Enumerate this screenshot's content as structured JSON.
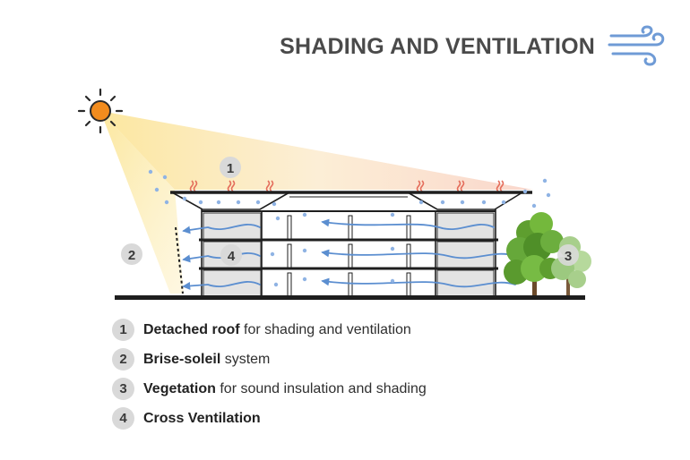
{
  "title": "SHADING AND VENTILATION",
  "icons": {
    "wind": "wind-icon",
    "sun": "sun-icon",
    "tree": "tree-icon"
  },
  "colors": {
    "title": "#4a4a4a",
    "sun": "#f28c1e",
    "airflow": "#5b8ed0",
    "heat": "#e46d5b",
    "vegetation": "#6cae3e",
    "badge": "#d9d9d9"
  },
  "diagram_labels": {
    "roof": "1",
    "brise_soleil": "2",
    "vegetation": "3",
    "cross_ventilation": "4"
  },
  "legend": [
    {
      "number": "1",
      "bold": "Detached roof",
      "text": " for shading and ventilation"
    },
    {
      "number": "2",
      "bold": "Brise-soleil",
      "text": " system"
    },
    {
      "number": "3",
      "bold": "Vegetation",
      "text": " for sound insulation and shading"
    },
    {
      "number": "4",
      "bold": "Cross Ventilation",
      "text": ""
    }
  ]
}
